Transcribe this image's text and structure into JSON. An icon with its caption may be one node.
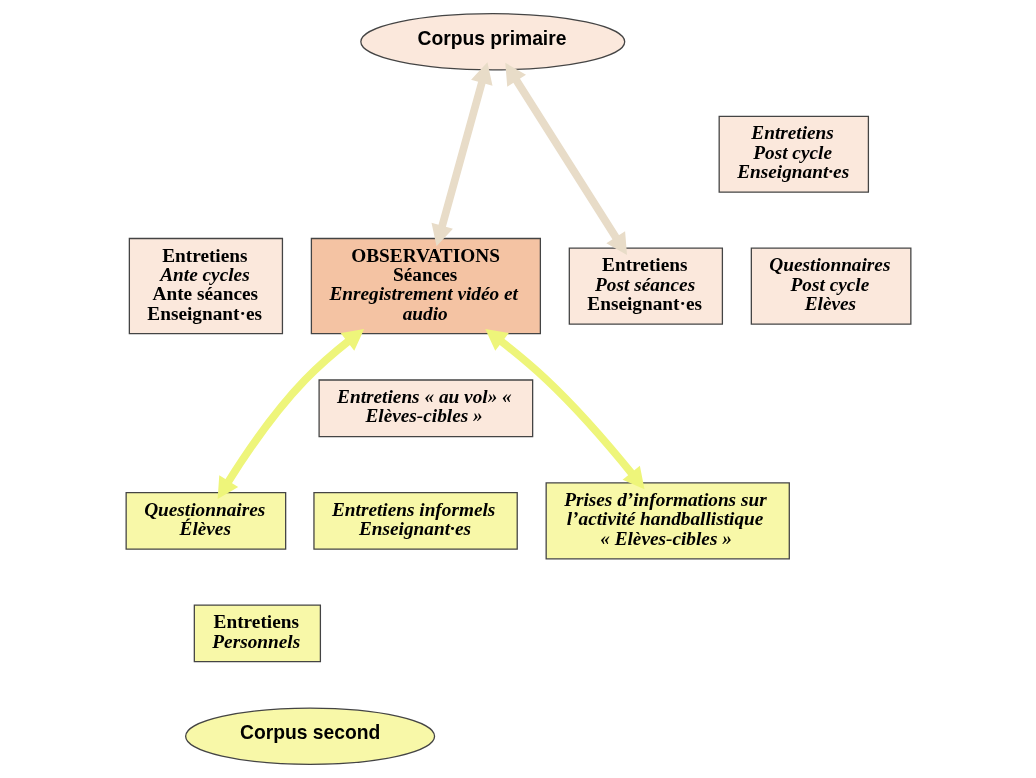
{
  "diagram": {
    "nodes": [
      {
        "text": [
          "Corpus primaire"
        ]
      },
      {
        "text": [
          "Entretiens",
          "Ante cycles",
          "Ante séances",
          "Enseignant·es"
        ]
      },
      {
        "text": [
          "OBSERVATIONS",
          "Séances",
          "Enregistrement vidéo et audio"
        ]
      },
      {
        "text": [
          "Entretiens",
          "Post séances",
          "Enseignant·es"
        ]
      },
      {
        "text": [
          "Entretiens",
          "Post cycle",
          "Enseignant·es"
        ]
      },
      {
        "text": [
          "Questionnaires",
          "Post cycle",
          "Elèves"
        ]
      },
      {
        "text": [
          "Entretiens « au vol» « Elèves-cibles »"
        ]
      },
      {
        "text": [
          "Questionnaires",
          "Élèves"
        ]
      },
      {
        "text": [
          "Entretiens",
          "Personnels"
        ]
      },
      {
        "text": [
          "Entretiens informels",
          "Enseignant·es"
        ]
      },
      {
        "text": [
          "Prises d’informations sur l’activité handballistique",
          "« Elèves-cibles »"
        ]
      },
      {
        "text": [
          "Corpus second"
        ]
      }
    ],
    "edges": [
      {
        "from": 0,
        "to": 2,
        "arrow": "both"
      },
      {
        "from": 0,
        "to": 3,
        "arrow": "both"
      },
      {
        "from": 2,
        "to": 7,
        "arrow": "both",
        "color": "#eef57a"
      },
      {
        "from": 2,
        "to": 10,
        "arrow": "both",
        "color": "#eef57a"
      }
    ]
  }
}
